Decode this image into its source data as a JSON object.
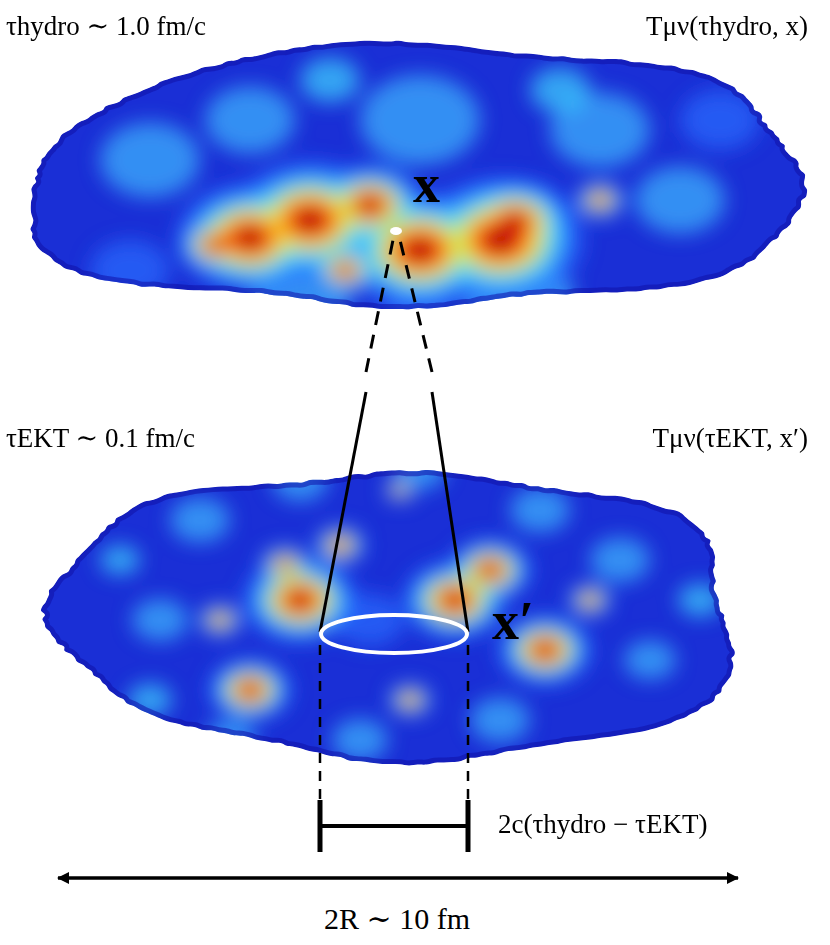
{
  "diagram": {
    "labels": [
      "τhydro ∼ 1.0 fm/c",
      "Tμν(τhydro, x)",
      "x",
      "τEKT ∼ 0.1 fm/c",
      "Tμν(τEKT, x′)",
      "x′",
      "2c(τhydro − τEKT)",
      "2R ∼ 10 fm"
    ]
  }
}
